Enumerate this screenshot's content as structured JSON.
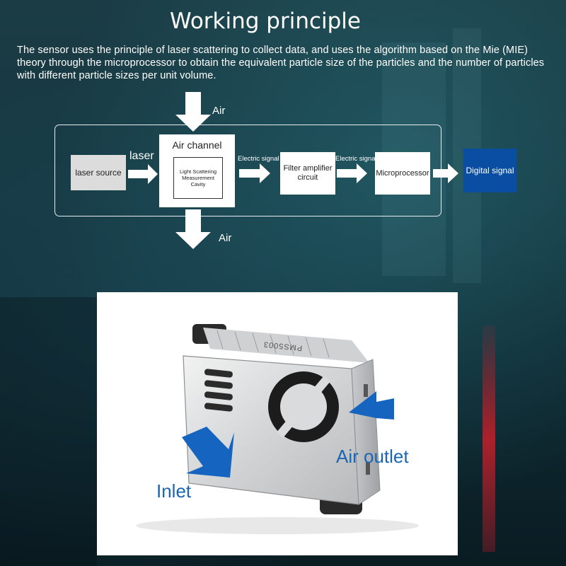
{
  "title": "Working principle",
  "description": "The sensor uses the principle of laser scattering to collect data, and uses the algorithm based on the Mie (MIE) theory through the microprocessor to obtain the equivalent particle size of the particles and the number of particles with different particle sizes per unit volume.",
  "diagram": {
    "air_in_label": "Air",
    "air_out_label": "Air",
    "laser_label": "laser",
    "laser_source": "laser source",
    "air_channel": "Air channel",
    "cavity": "Light Scattering Measurement Cavity",
    "electric_signal_1": "Electric signal",
    "filter_amplifier": "Filter amplifier circuit",
    "electric_signal_2": "Electric signal",
    "microprocessor": "Microprocessor",
    "digital_signal": "Digital signal"
  },
  "photo": {
    "inlet_label": "Inlet",
    "outlet_label": "Air outlet",
    "module_marking": "PMS5003"
  },
  "colors": {
    "laser_source_bg": "#dcdcdc",
    "digital_signal_bg": "#0a4ea3",
    "label_blue": "#1a66b5",
    "arrow_blue": "#1565c0"
  }
}
